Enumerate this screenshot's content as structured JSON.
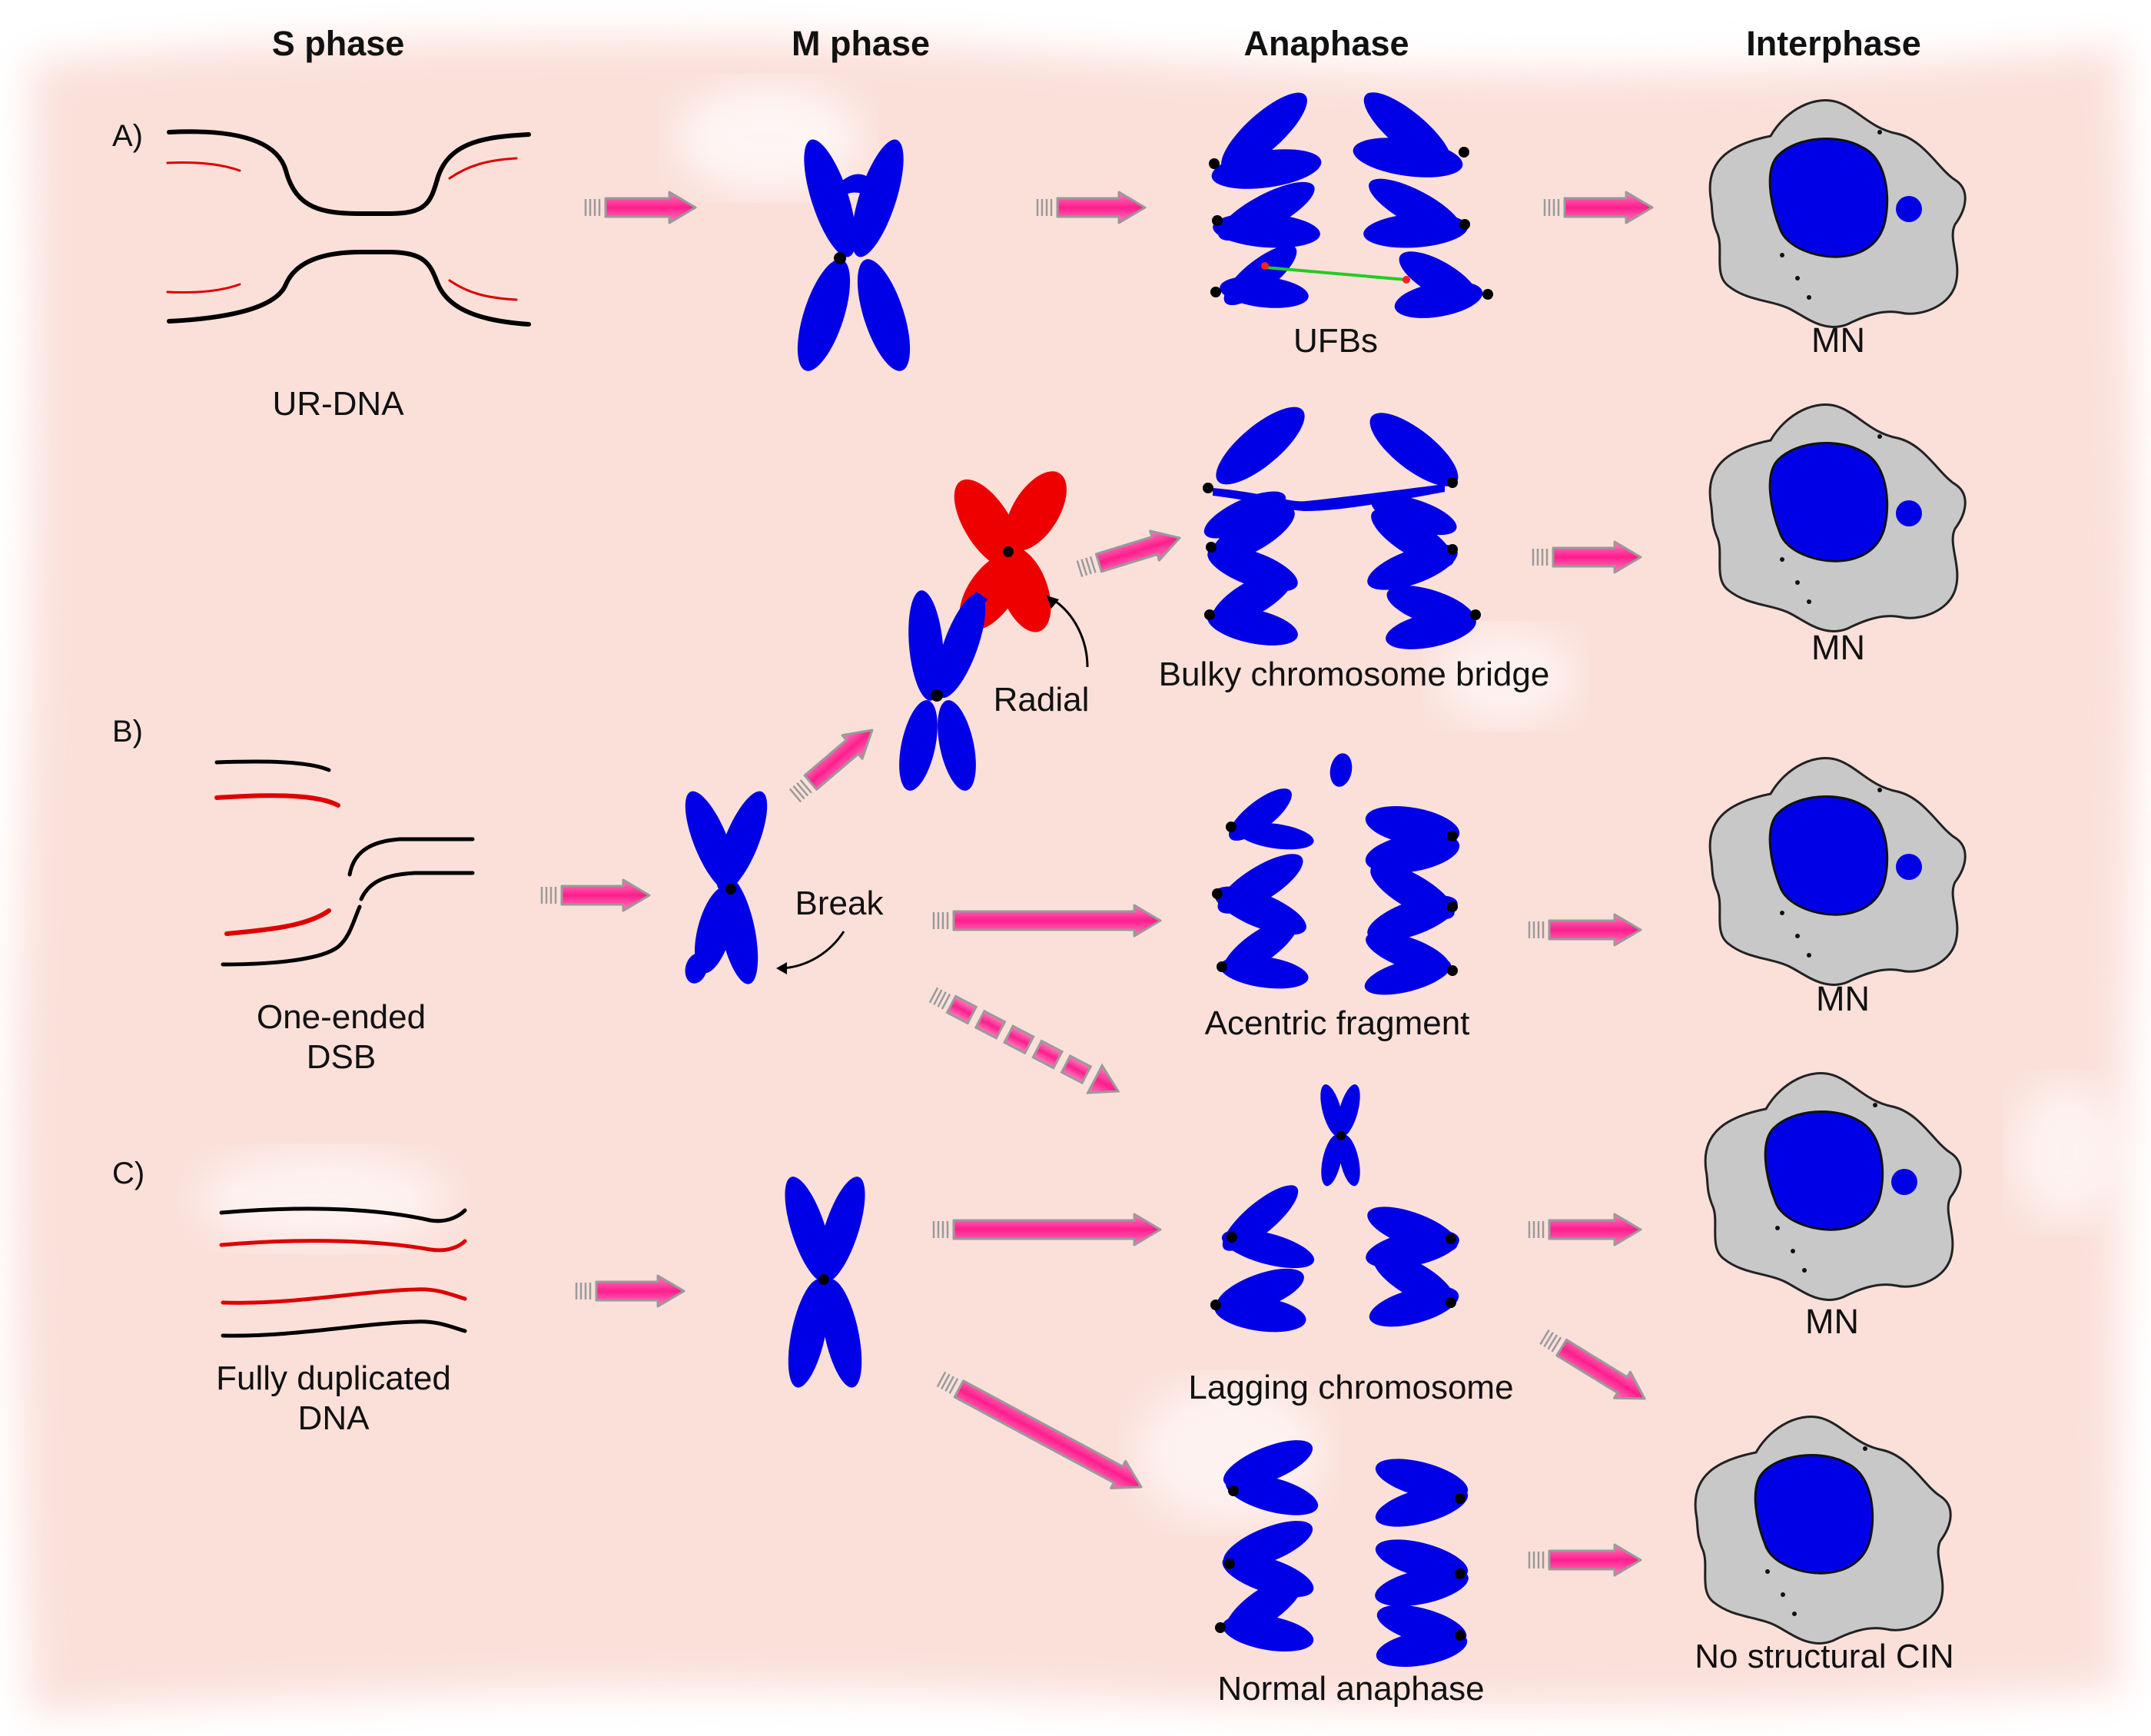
{
  "headers": {
    "s_phase": "S phase",
    "m_phase": "M phase",
    "anaphase": "Anaphase",
    "interphase": "Interphase"
  },
  "rows": {
    "a": "A)",
    "b": "B)",
    "c": "C)"
  },
  "labels": {
    "ur_dna": "UR-DNA",
    "ufbs": "UFBs",
    "mn_1": "MN",
    "mn_2": "MN",
    "mn_3": "MN",
    "mn_4": "MN",
    "bulky_bridge": "Bulky chromosome bridge",
    "radial": "Radial",
    "break": "Break",
    "one_ended_1": "One-ended",
    "one_ended_2": "DSB",
    "acentric": "Acentric fragment",
    "fully_dup_1": "Fully duplicated",
    "fully_dup_2": "DNA",
    "lagging": "Lagging chromosome",
    "normal_anaphase": "Normal anaphase",
    "no_structural_cin": "No structural CIN"
  },
  "colors": {
    "chromosome": "#0000e6",
    "radial_arm": "#ee0000",
    "new_strand": "#dd0000",
    "template_strand": "#000000",
    "ufb_thread": "#22cc22",
    "arrow_fill": "#ff2d95",
    "arrow_outline": "#9a9a9a",
    "cell": "#c8c8c8",
    "background": "#fbe3de"
  }
}
